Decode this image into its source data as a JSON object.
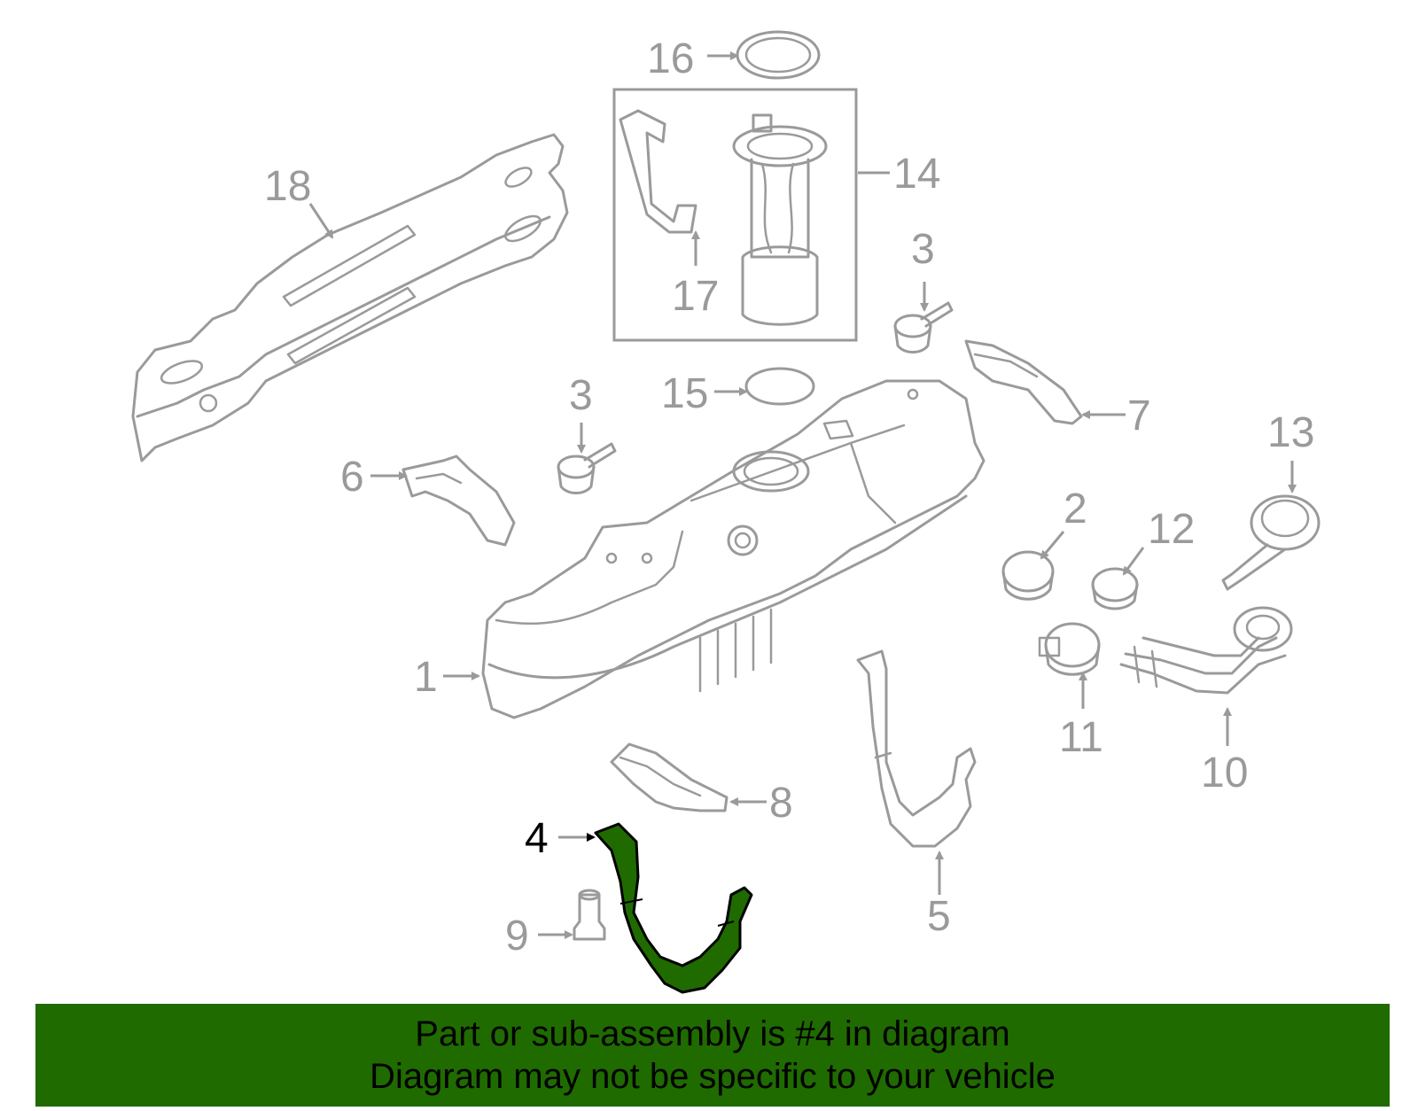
{
  "colors": {
    "part_line": "#9a9a9a",
    "highlight_fill": "#1f6b00",
    "highlight_stroke": "#000000",
    "banner_bg": "#1f6b00",
    "banner_text": "#000000"
  },
  "callouts": [
    {
      "id": "1",
      "label": "1"
    },
    {
      "id": "2",
      "label": "2"
    },
    {
      "id": "3a",
      "label": "3"
    },
    {
      "id": "3b",
      "label": "3"
    },
    {
      "id": "4",
      "label": "4",
      "highlighted": true
    },
    {
      "id": "5",
      "label": "5"
    },
    {
      "id": "6",
      "label": "6"
    },
    {
      "id": "7",
      "label": "7"
    },
    {
      "id": "8",
      "label": "8"
    },
    {
      "id": "9",
      "label": "9"
    },
    {
      "id": "10",
      "label": "10"
    },
    {
      "id": "11",
      "label": "11"
    },
    {
      "id": "12",
      "label": "12"
    },
    {
      "id": "13",
      "label": "13"
    },
    {
      "id": "14",
      "label": "14"
    },
    {
      "id": "15",
      "label": "15"
    },
    {
      "id": "16",
      "label": "16"
    },
    {
      "id": "17",
      "label": "17"
    },
    {
      "id": "18",
      "label": "18"
    }
  ],
  "banner": {
    "line1": "Part or sub-assembly is #4 in diagram",
    "line2": "Diagram may not be specific to your vehicle"
  }
}
